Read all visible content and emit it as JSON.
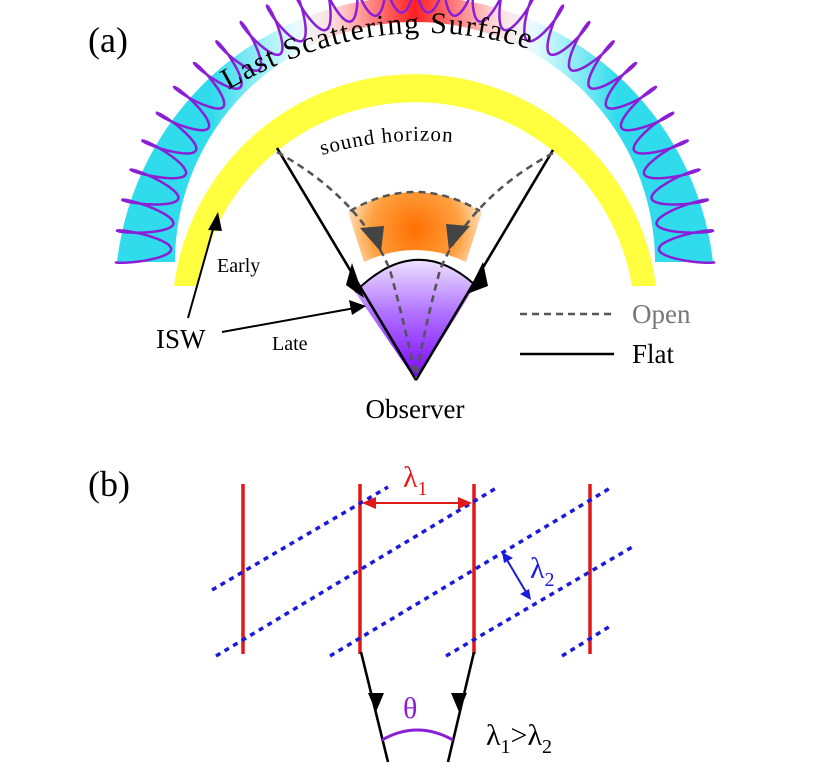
{
  "panel_a": {
    "label": "(a)",
    "surface_label": "Last Scattering Surface",
    "horizon_label": "sound horizon",
    "observer_label": "Observer",
    "isw_label": "ISW",
    "early_label": "Early",
    "late_label": "Late",
    "legend": {
      "open_label": "Open",
      "flat_label": "Flat"
    }
  },
  "panel_b": {
    "label": "(b)",
    "lambda1_base": "λ",
    "lambda1_sub": "1",
    "lambda2_base": "λ",
    "lambda2_sub": "2",
    "theta_label": "θ",
    "inequality": {
      "base1": "λ",
      "sub1": "1",
      "gt": ">",
      "base2": "λ",
      "sub2": "2"
    }
  },
  "colors": {
    "red_wave": "#e01818",
    "blue_wave": "#1a1adc",
    "purple": "#8a1fd6",
    "yellow_band": "#ffff40",
    "cyan": "#40e0f0",
    "orange": "#ff7a00"
  }
}
